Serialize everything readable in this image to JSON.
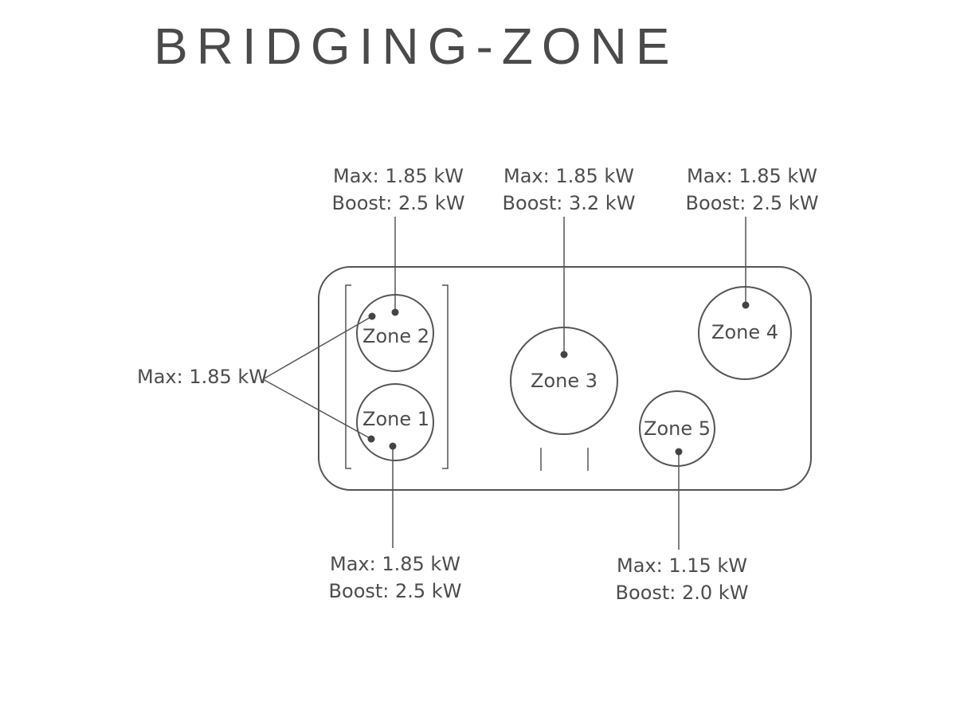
{
  "title": "BRIDGING-ZONE",
  "zones": {
    "zone1": {
      "name": "Zone 1",
      "max": "Max: 1.85 kW",
      "boost": "Boost: 2.5 kW"
    },
    "zone2": {
      "name": "Zone 2",
      "max": "Max: 1.85 kW",
      "boost": "Boost: 2.5 kW"
    },
    "zone3": {
      "name": "Zone 3",
      "max": "Max: 1.85 kW",
      "boost": "Boost: 3.2 kW"
    },
    "zone4": {
      "name": "Zone 4",
      "max": "Max: 1.85 kW",
      "boost": "Boost: 2.5 kW"
    },
    "zone5": {
      "name": "Zone 5",
      "max": "Max: 1.15 kW",
      "boost": "Boost: 2.0 kW"
    }
  },
  "bridge": {
    "max": "Max: 1.85 kW"
  },
  "colors": {
    "line": "#555555",
    "text": "#4d4d4d",
    "background": "#ffffff"
  }
}
